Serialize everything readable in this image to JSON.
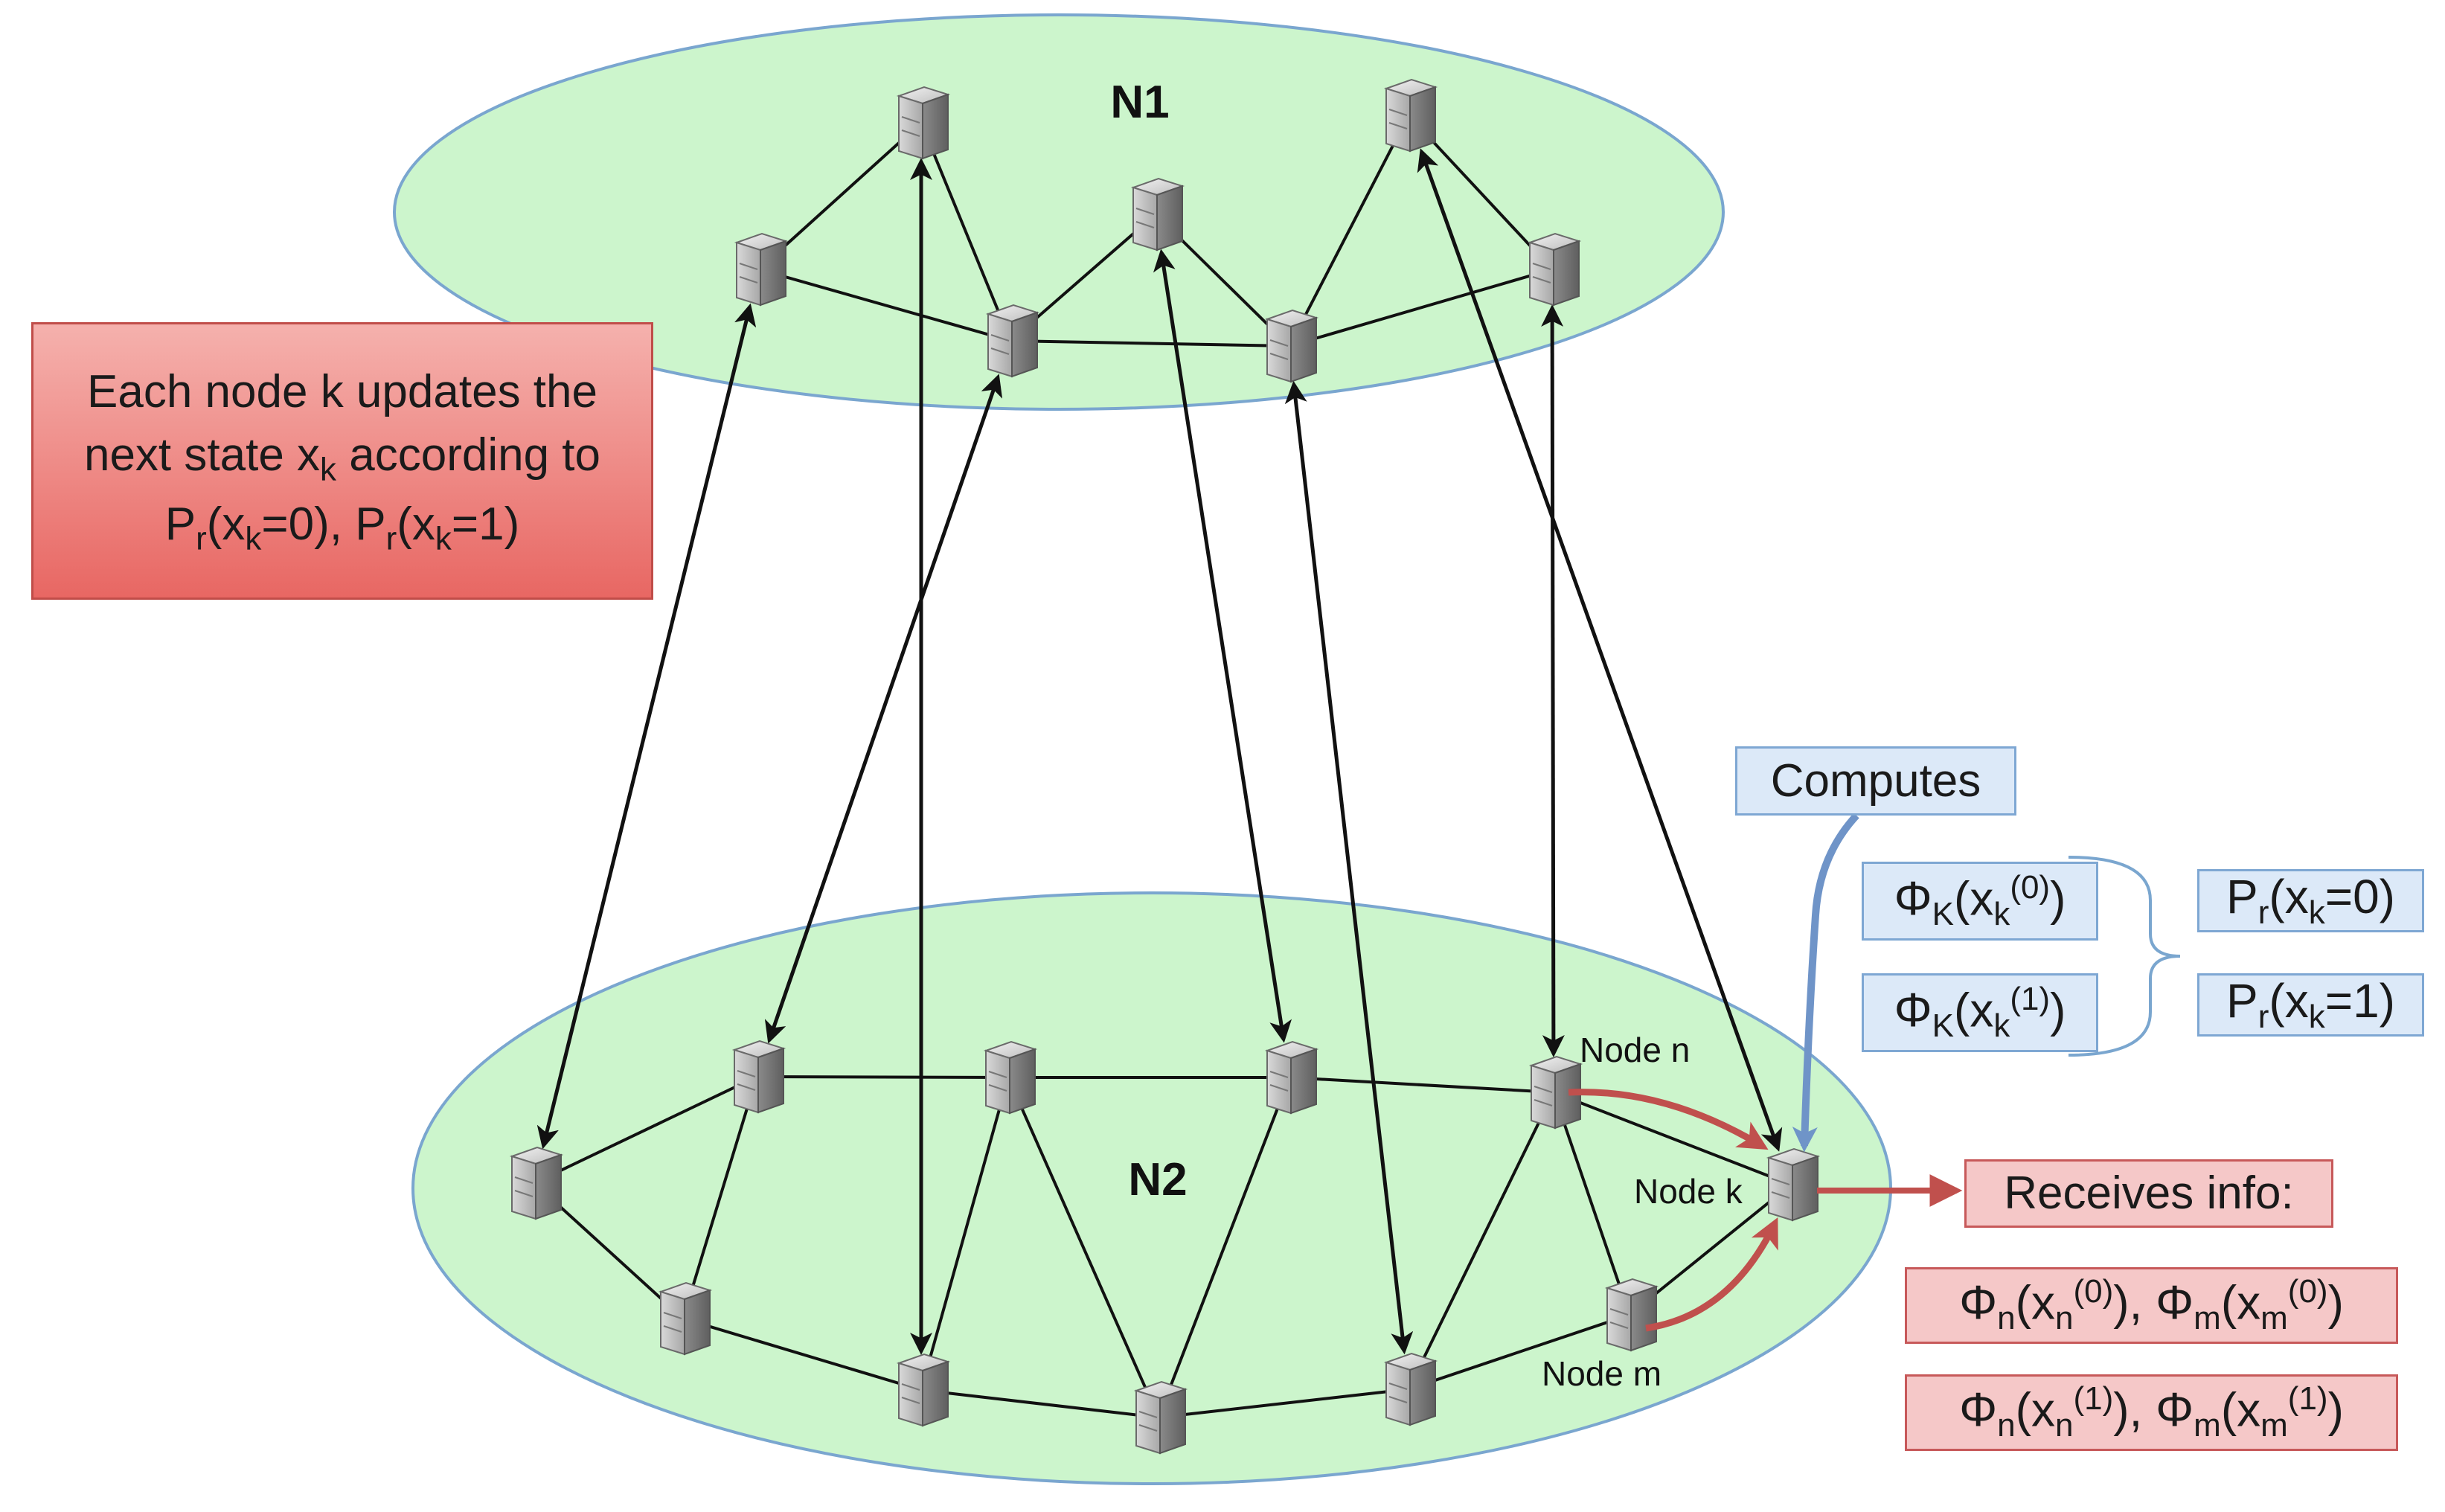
{
  "networks": {
    "n1_label": "N1",
    "n2_label": "N2"
  },
  "node_labels": {
    "node_n": "Node n",
    "node_k": "Node k",
    "node_m": "Node m"
  },
  "update_note": {
    "line1": "Each node k updates the",
    "line2_prefix": "next state x",
    "line2_sub": "k",
    "line2_suffix": " according to",
    "line3_p1": "P",
    "line3_r1": "r",
    "line3_x1": "(x",
    "line3_k1": "k",
    "line3_v1": "=0), ",
    "line3_p2": "P",
    "line3_r2": "r",
    "line3_x2": "(x",
    "line3_k2": "k",
    "line3_v2": "=1)"
  },
  "computes": {
    "label": "Computes",
    "phi0": {
      "sym": "Φ",
      "sub1": "K",
      "open": "(x",
      "sub2": "k",
      "sup": "(0)",
      "close": ")"
    },
    "phi1": {
      "sym": "Φ",
      "sub1": "K",
      "open": "(x",
      "sub2": "k",
      "sup": "(1)",
      "close": ")"
    },
    "pr0": {
      "p": "P",
      "r": "r",
      "open": "(x",
      "k": "k",
      "val": "=0)"
    },
    "pr1": {
      "p": "P",
      "r": "r",
      "open": "(x",
      "k": "k",
      "val": "=1)"
    }
  },
  "receives": {
    "label": "Receives info:",
    "row0": {
      "phi_n": "Φ",
      "n1": "n",
      "xo": "(x",
      "n2": "n",
      "sup1": "(0)",
      "mid": "), Φ",
      "m1": "m",
      "xo2": "(x",
      "m2": "m",
      "sup2": "(0)",
      "close": ")"
    },
    "row1": {
      "phi_n": "Φ",
      "n1": "n",
      "xo": "(x",
      "n2": "n",
      "sup1": "(1)",
      "mid": "), Φ",
      "m1": "m",
      "xo2": "(x",
      "m2": "m",
      "sup2": "(1)",
      "close": ")"
    }
  },
  "colors": {
    "ellipse_fill": "#ccf5cc",
    "ellipse_stroke": "#7aa6cf",
    "edge": "#111111",
    "red_arrow": "#c0504d",
    "blue_arrow": "#6f94c8"
  },
  "icons": {
    "node": "server-icon"
  }
}
